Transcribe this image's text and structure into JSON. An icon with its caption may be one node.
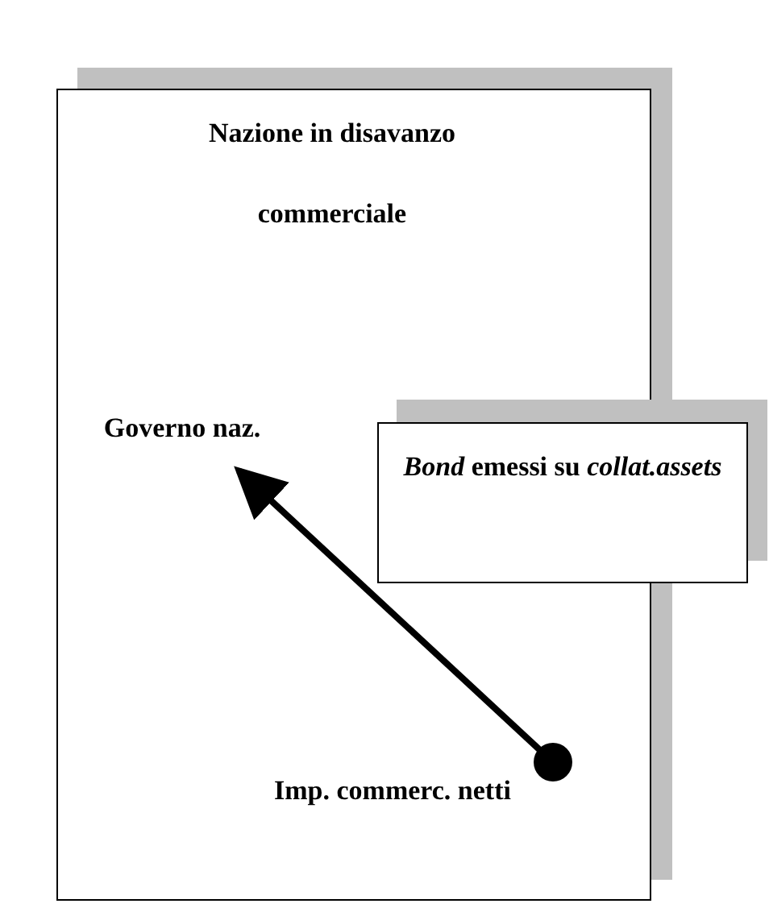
{
  "diagram": {
    "nodes": [
      {
        "text": [
          "Nazione in disavanzo commerciale"
        ]
      },
      {
        "text": [
          "Governo naz."
        ],
        "in": 0
      },
      {
        "text": [
          "Imp. commerc. netti"
        ],
        "in": 0
      },
      {
        "text": [
          "*Bond* emessi su *collat.assets*"
        ]
      }
    ],
    "edges": [
      {
        "from": 2,
        "to": 1,
        "arrow": "to"
      }
    ]
  }
}
